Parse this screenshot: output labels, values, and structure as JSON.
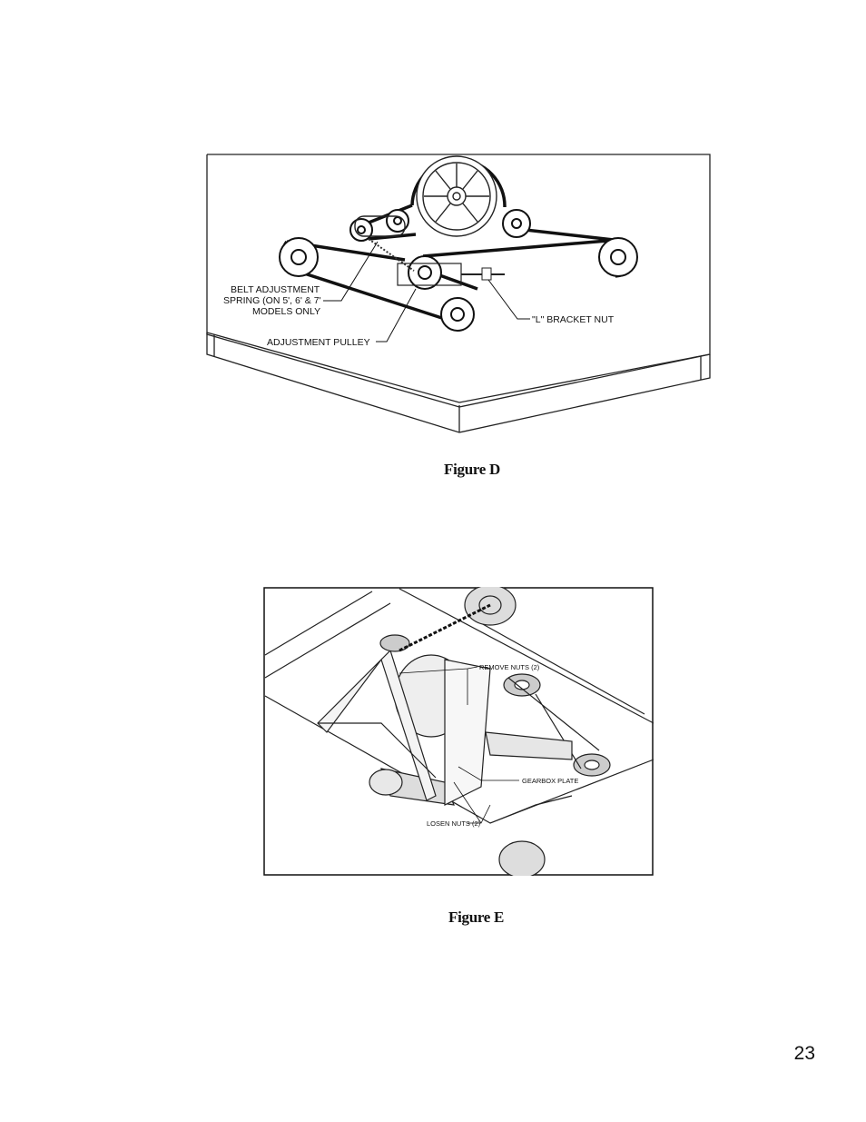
{
  "figure_d": {
    "caption": "Figure D",
    "labels": {
      "belt_adjustment_1": "BELT ADJUSTMENT",
      "belt_adjustment_2": "SPRING (ON 5', 6' & 7'",
      "belt_adjustment_3": "MODELS ONLY",
      "adjustment_pulley": "ADJUSTMENT PULLEY",
      "l_bracket_nut": "\"L\" BRACKET NUT"
    }
  },
  "figure_e": {
    "caption": "Figure E",
    "labels": {
      "remove_nuts": "REMOVE NUTS (2)",
      "gearbox_plate": "GEARBOX PLATE",
      "losen_nuts": "LOSEN NUTS (2)"
    }
  },
  "page_number": "23"
}
